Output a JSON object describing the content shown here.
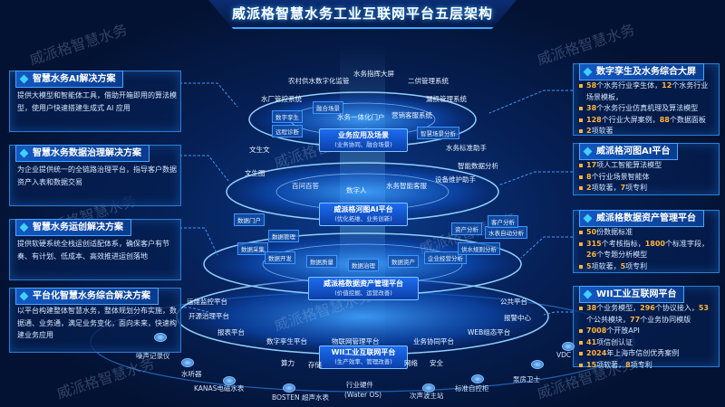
{
  "title": "威派格智慧水务工业互联网平台五层架构",
  "watermark": "威派格智慧水务",
  "left_panels": [
    {
      "title": "智慧水务AI解决方案",
      "text": "提供大模型和智能体工具，借助开箱即用的算法模型，使用户快速搭建生成式 AI 应用"
    },
    {
      "title": "智慧水务数据治理解决方案",
      "text": "为企业提供统一的全链路治理平台，指导客户数据资产入表和数据交易"
    },
    {
      "title": "智慧水务运创解决方案",
      "text": "提供软硬系统全栈运创适配体系，确保客户有节奏、有计划、低成本、高效推进运创落地"
    },
    {
      "title": "平台化智慧水务综合解决方案",
      "text": "以平台构建整体智慧水务，整体规划分布实施，数据通、业务通，满足业务变化，面向未来，快速构建业务应用"
    }
  ],
  "right_panels": [
    {
      "title": "数字孪生及水务综合大屏",
      "items": [
        [
          "58",
          "个水务行业孪生体，",
          "12",
          "个水务行业场景模板，"
        ],
        [
          "38",
          "个水务行业仿真机理及算法模型"
        ],
        [
          "128",
          "个行业大屏案例，",
          "88",
          "个数据面板"
        ],
        [
          "2",
          "项软著"
        ]
      ]
    },
    {
      "title": "威派格河图AI平台",
      "items": [
        [
          "17",
          "项人工智能算法模型"
        ],
        [
          "8",
          "个行业场景智能体"
        ],
        [
          "2",
          "项软著，",
          "7",
          "项专利"
        ]
      ]
    },
    {
      "title": "威派格数据资产管理平台",
      "items": [
        [
          "50",
          "份数据标准"
        ],
        [
          "315",
          "个考核指标，",
          "1800",
          "个标准字段，",
          "26",
          "个专题分析模型"
        ],
        [
          "5",
          "项软著，",
          "5",
          "项专利"
        ]
      ]
    },
    {
      "title": "WII工业互联网平台",
      "items": [
        [
          "38",
          "个业务模型，",
          "296",
          "个协议接入，",
          "53",
          "个公共模块，",
          "77",
          "个业务协同模版"
        ],
        [
          "7008",
          "个开放API"
        ],
        [
          "41",
          "项信创认证"
        ],
        [
          "2024",
          "年上海市信创优秀案例"
        ],
        [
          "15",
          "项软著，",
          "8",
          "项专利"
        ]
      ]
    }
  ],
  "layers": [
    {
      "title": "业务应用及场景",
      "sub": "(业务协同、融合场景)"
    },
    {
      "title": "威派格河图AI平台",
      "sub": "(优化拓维、业务创新)"
    },
    {
      "title": "威派格数据资产管理平台",
      "sub": "(价值挖掘、运营改善)"
    },
    {
      "title": "WII工业互联网平台",
      "sub": "(生产效率、管理改善)"
    }
  ],
  "top_nodes": [
    "农村供水数字化监管",
    "水务指挥大屏",
    "二供管理系统",
    "水厂管控系统",
    "营销客服系统",
    "漏损管理系统",
    "水务一体化门户",
    "数字孪生",
    "融合场景",
    "远程诊断",
    "智慧场景分析"
  ],
  "ai_nodes": [
    "文生文",
    "文生图",
    "水务标准助手",
    "智能数据分析",
    "百问百答",
    "数字人",
    "水务智能客服",
    "设备维护助手"
  ],
  "data_nodes": [
    "数据门户",
    "数据采集",
    "数据开发",
    "数据质量",
    "数据治理",
    "数据资产",
    "企业经营分析",
    "供水规则分析",
    "水表自动分析",
    "数据管理",
    "资产分析",
    "客户分析"
  ],
  "iot_nodes": [
    "运维监控平台",
    "开源治理平台",
    "报表平台",
    "数字孪生平台",
    "物联网管理平台",
    "业务协同平台",
    "WEB组态平台",
    "公共平台",
    "报警中心",
    "算力",
    "存储",
    "网络",
    "安全"
  ],
  "bottom_nodes": [
    "噪声记录仪",
    "水听器",
    "KANAS电磁水表",
    "BOSTEN 超声水表",
    "行业硬件",
    "(Water OS)",
    "次声波主站",
    "标准自控柜",
    "泵房卫士",
    "VDC"
  ]
}
